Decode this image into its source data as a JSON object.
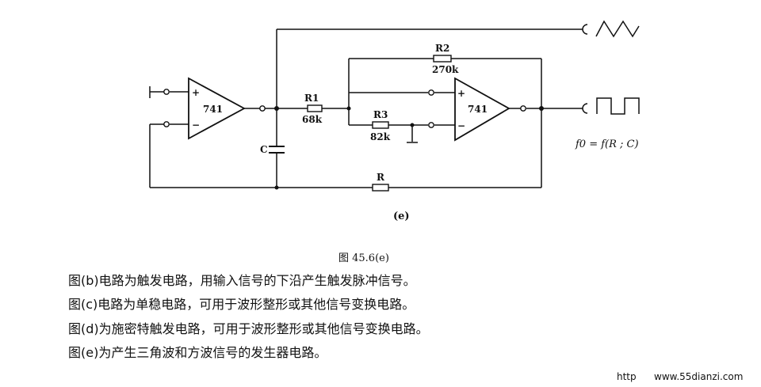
{
  "circuit": {
    "opamp_left": {
      "model": "741",
      "plus": "+",
      "minus": "−"
    },
    "opamp_right": {
      "model": "741",
      "plus": "+",
      "minus": "−"
    },
    "r1": {
      "name": "R1",
      "value": "68k"
    },
    "r2": {
      "name": "R2",
      "value": "270k"
    },
    "r3": {
      "name": "R3",
      "value": "82k"
    },
    "r": {
      "name": "R"
    },
    "c": {
      "name": "C"
    },
    "formula": "f0 = f(R ; C)"
  },
  "labels": {
    "sublabel": "(e)",
    "caption": "图 45.6(e)"
  },
  "descriptions": [
    "图(b)电路为触发电路，用输入信号的下沿产生触发脉冲信号。",
    "图(c)电路为单稳电路，可用于波形整形或其他信号变换电路。",
    "图(d)为施密特触发电路，可用于波形整形或其他信号变换电路。",
    "图(e)为产生三角波和方波信号的发生器电路。"
  ],
  "watermark": {
    "left": "http",
    "right": "www.55dianzi.com"
  }
}
